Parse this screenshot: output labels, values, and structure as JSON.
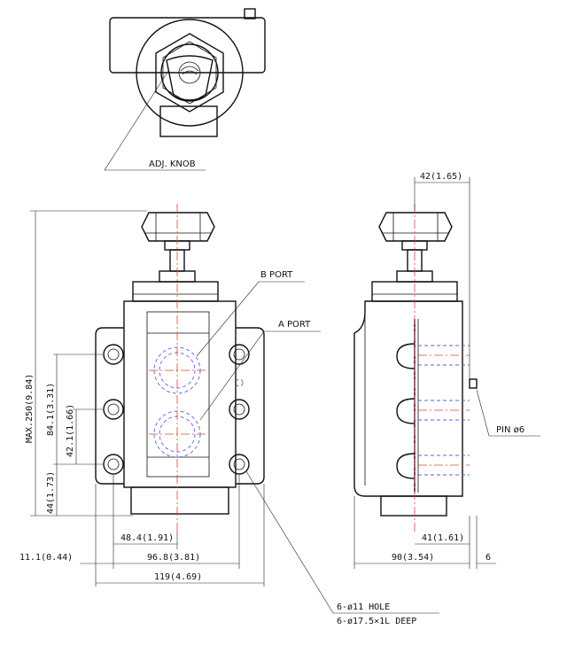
{
  "labels": {
    "adj_knob": "ADJ. KNOB",
    "b_port": "B PORT",
    "a_port": "A PORT",
    "pin": "PIN ø6",
    "hole": "6-ø11 HOLE",
    "deep": "6-ø17.5×1L DEEP"
  },
  "dimensions": {
    "overall_height": "MAX.250(9.84)",
    "height_84": "84.1(3.31)",
    "height_42": "42.1(1.66)",
    "height_44": "44(1.73)",
    "width_48": "48.4(1.91)",
    "width_96": "96.8(3.81)",
    "width_119": "119(4.69)",
    "offset_11": "11.1(0.44)",
    "side_42": "42(1.65)",
    "side_41": "41(1.61)",
    "side_90": "90(3.54)",
    "side_6": "6"
  },
  "colors": {
    "outline": "#111111",
    "center_line": "#e0413b",
    "hidden_line": "#5a63d8"
  }
}
